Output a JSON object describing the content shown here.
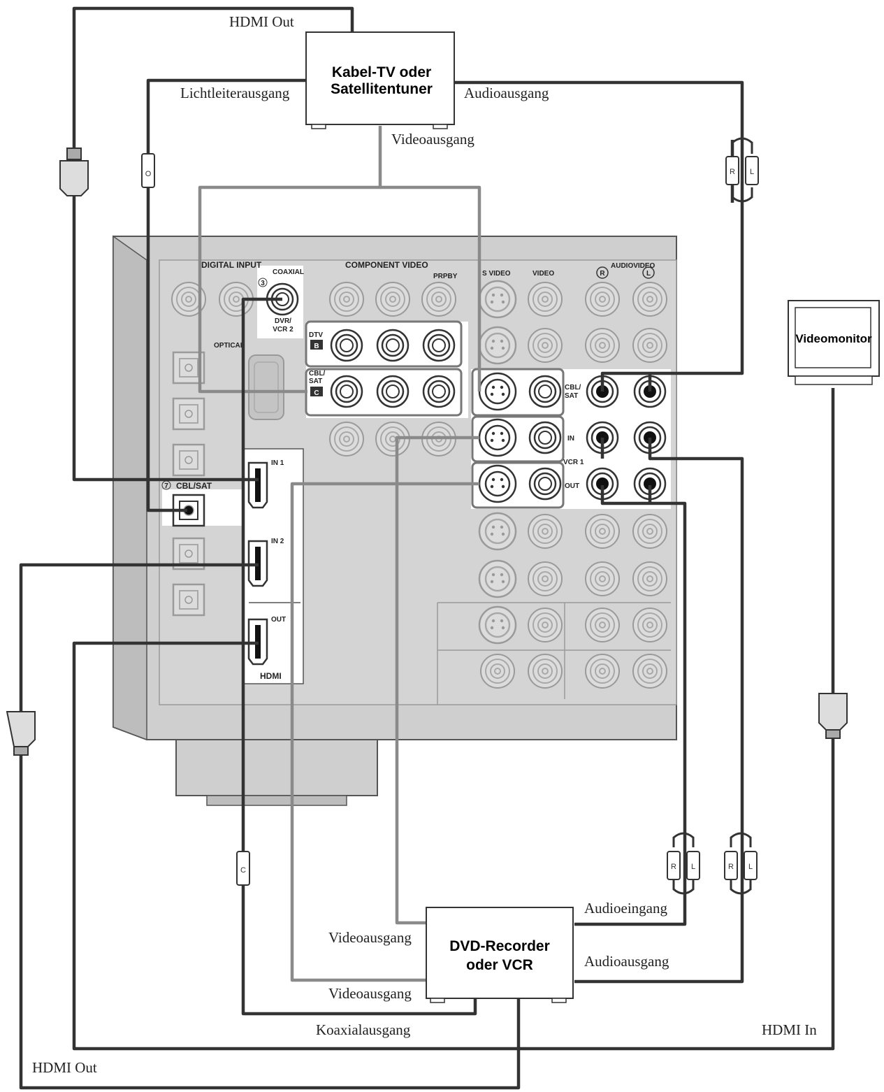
{
  "devices": {
    "tuner": {
      "line1": "Kabel-TV oder",
      "line2": "Satellitentuner"
    },
    "recorder": {
      "line1": "DVD-Recorder",
      "line2": "oder VCR"
    },
    "monitor": {
      "label": "Videomonitor"
    }
  },
  "cable_labels": {
    "hdmi_out_top": "HDMI Out",
    "optical_out": "Lichtleiterausgang",
    "audio_out_top": "Audioausgang",
    "video_out_top": "Videoausgang",
    "audio_in": "Audioeingang",
    "video_out_1": "Videoausgang",
    "audio_out_bottom": "Audioausgang",
    "video_out_2": "Videoausgang",
    "coax_out": "Koaxialausgang",
    "hdmi_in": "HDMI In",
    "hdmi_out_bottom": "HDMI Out"
  },
  "panel_labels": {
    "digital_input": "DIGITAL INPUT",
    "coaxial": "COAXIAL",
    "coax_num": "3",
    "dvr_vcr2": "DVR/",
    "dvr_vcr2_b": "VCR 2",
    "optical": "OPTICAL",
    "optical_num": "7",
    "cbl_sat": "CBL/SAT",
    "component_video": "COMPONENT VIDEO",
    "prpby": "PRPBY",
    "dtv": "DTV",
    "dtv_code": "B",
    "cbl_sat_comp": "CBL/",
    "cbl_sat_comp_b": "SAT",
    "cbl_code": "C",
    "s_video": "S VIDEO",
    "video": "VIDEO",
    "audio_video": "AUDIOVIDEO",
    "r": "R",
    "l": "L",
    "cbl_sat_av": "CBL/",
    "cbl_sat_av_b": "SAT",
    "in": "IN",
    "vcr1": "VCR 1",
    "out": "OUT",
    "hdmi_in1": "IN 1",
    "hdmi_in2": "IN 2",
    "hdmi_out": "OUT",
    "hdmi": "HDMI"
  },
  "plug_labels": {
    "optical": "O",
    "coax": "C",
    "right": "R",
    "left": "L"
  }
}
